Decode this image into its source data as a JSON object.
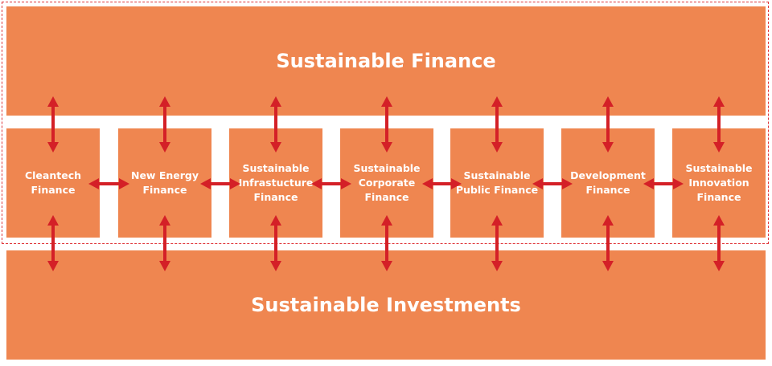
{
  "top_band": {
    "label": "Sustainable Finance"
  },
  "bottom_band": {
    "label": "Sustainable Investments"
  },
  "boxes": [
    {
      "label": "Cleantech\nFinance"
    },
    {
      "label": "New Energy\nFinance"
    },
    {
      "label": "Sustainable\nInfrastucture\nFinance"
    },
    {
      "label": "Sustainable\nCorporate\nFinance"
    },
    {
      "label": "Sustainable\nPublic Finance"
    },
    {
      "label": "Development\nFinance"
    },
    {
      "label": "Sustainable\nInnovation\nFinance"
    }
  ],
  "colors": {
    "fill": "#EF8650",
    "arrow": "#D42027",
    "dashed_border": "#E0363A",
    "text": "#ffffff"
  }
}
